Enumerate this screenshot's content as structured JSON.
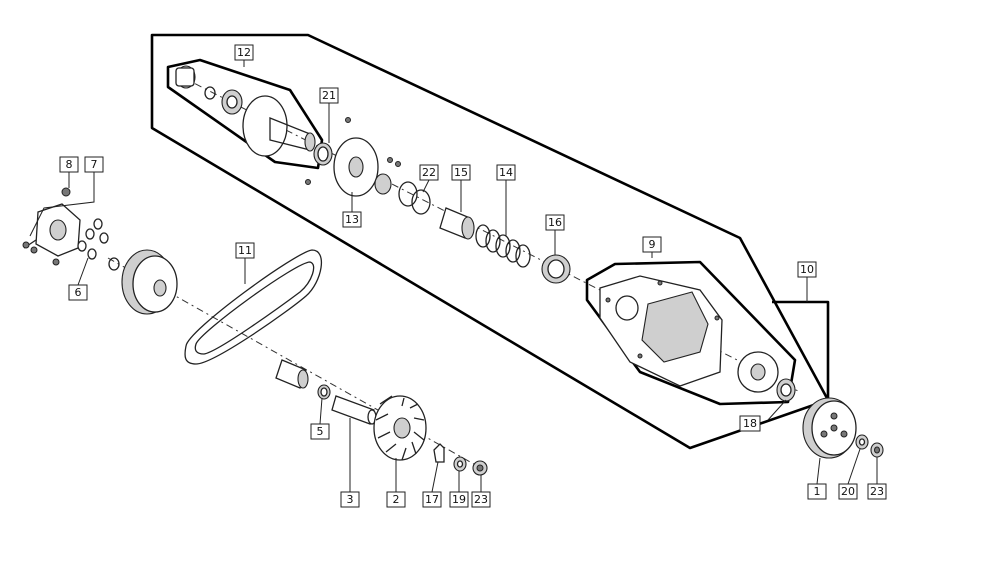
{
  "callouts": [
    {
      "id": "c12",
      "text": "12"
    },
    {
      "id": "c21",
      "text": "21"
    },
    {
      "id": "c13",
      "text": "13"
    },
    {
      "id": "c22",
      "text": "22"
    },
    {
      "id": "c15",
      "text": "15"
    },
    {
      "id": "c14",
      "text": "14"
    },
    {
      "id": "c16",
      "text": "16"
    },
    {
      "id": "c9",
      "text": "9"
    },
    {
      "id": "c10",
      "text": "10"
    },
    {
      "id": "c18",
      "text": "18"
    },
    {
      "id": "c8",
      "text": "8"
    },
    {
      "id": "c7",
      "text": "7"
    },
    {
      "id": "c6",
      "text": "6"
    },
    {
      "id": "c11",
      "text": "11"
    },
    {
      "id": "c5",
      "text": "5"
    },
    {
      "id": "c3",
      "text": "3"
    },
    {
      "id": "c2",
      "text": "2"
    },
    {
      "id": "c17",
      "text": "17"
    },
    {
      "id": "c19",
      "text": "19"
    },
    {
      "id": "c23a",
      "text": "23"
    },
    {
      "id": "c1",
      "text": "1"
    },
    {
      "id": "c20",
      "text": "20"
    },
    {
      "id": "c23b",
      "text": "23"
    }
  ]
}
